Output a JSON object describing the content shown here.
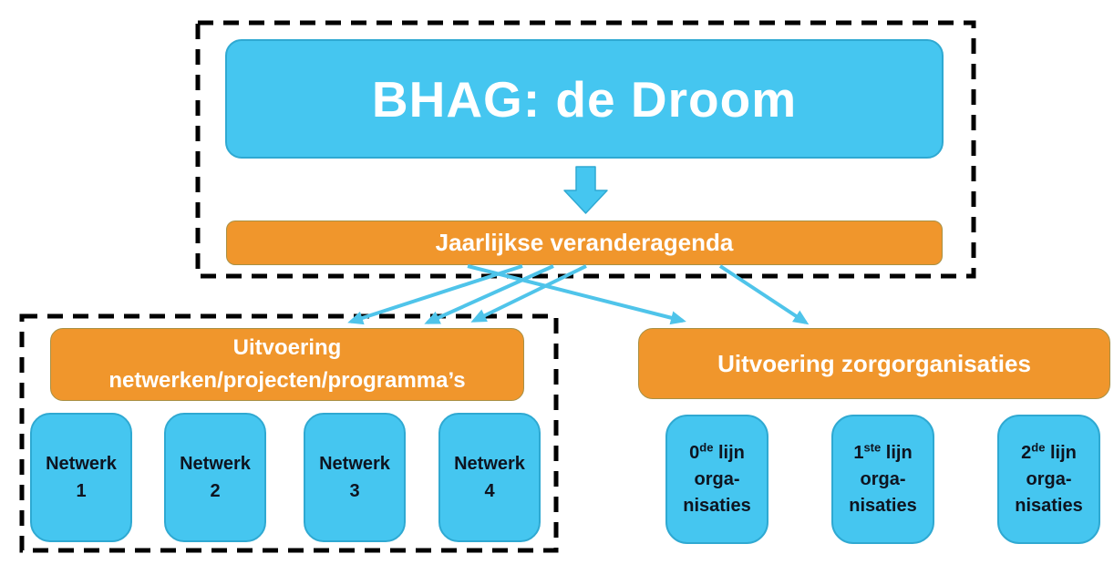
{
  "diagram": {
    "top": {
      "title": "BHAG: de Droom",
      "agenda": "Jaarlijkse veranderagenda"
    },
    "left": {
      "header_line1": "Uitvoering",
      "header_line2": "netwerken/projecten/programma’s",
      "networks": [
        {
          "name": "Netwerk",
          "number": "1"
        },
        {
          "name": "Netwerk",
          "number": "2"
        },
        {
          "name": "Netwerk",
          "number": "3"
        },
        {
          "name": "Netwerk",
          "number": "4"
        }
      ]
    },
    "right": {
      "header": "Uitvoering zorgorganisaties",
      "organisations": [
        {
          "num": "0",
          "sup": "de",
          "suffix": " lijn",
          "line2": "orga-",
          "line3": "nisaties"
        },
        {
          "num": "1",
          "sup": "ste",
          "suffix": " lijn",
          "line2": "orga-",
          "line3": "nisaties"
        },
        {
          "num": "2",
          "sup": "de",
          "suffix": " lijn",
          "line2": "orga-",
          "line3": "nisaties"
        }
      ]
    },
    "colors": {
      "box_blue": "#45C6F0",
      "box_orange": "#F0962C",
      "connector_cyan": "#4FC4EA",
      "frame_black": "#000000",
      "text_light": "#FFFFFF",
      "text_dark": "#0E1420"
    }
  }
}
